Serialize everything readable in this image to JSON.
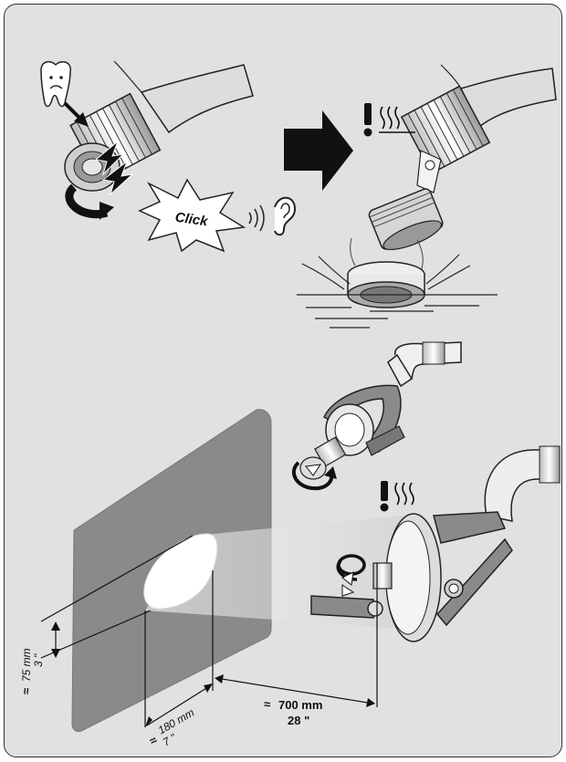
{
  "manual_figure": {
    "click_label": "Click",
    "dimensions": {
      "spot_height_mm": "75 mm",
      "spot_height_in": "3 \"",
      "spot_width_mm": "180 mm",
      "spot_width_in": "7 \"",
      "distance_mm": "700 mm",
      "distance_in": "28 \"",
      "approx_symbol": "≈"
    },
    "colors": {
      "panel_bg": "#e1e1e1",
      "ink": "#111111",
      "light_spot": "#ffffff",
      "projection_field": "#8a8a8a"
    },
    "icons": [
      "tooth-sad-icon",
      "ear-icon",
      "sound-waves-icon",
      "warning-exclamation-icon",
      "heat-waves-icon",
      "rotate-arrow-icon",
      "arrow-right-icon"
    ]
  }
}
